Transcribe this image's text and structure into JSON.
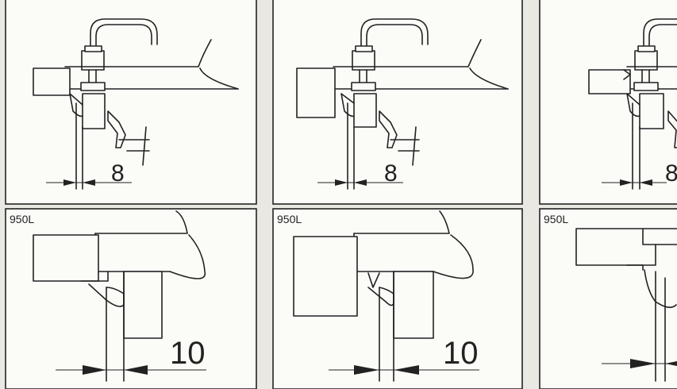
{
  "top_panels": [
    {
      "dimension": "8"
    },
    {
      "dimension": "8"
    },
    {
      "dimension": "8"
    }
  ],
  "bottom_panels": [
    {
      "model": "950L",
      "dimension": "10"
    },
    {
      "model": "950L",
      "dimension": "10"
    },
    {
      "model": "950L",
      "dimension": ""
    }
  ],
  "colors": {
    "line": "#222222",
    "paper": "#fbfbf8",
    "background": "#e9e8e3"
  }
}
